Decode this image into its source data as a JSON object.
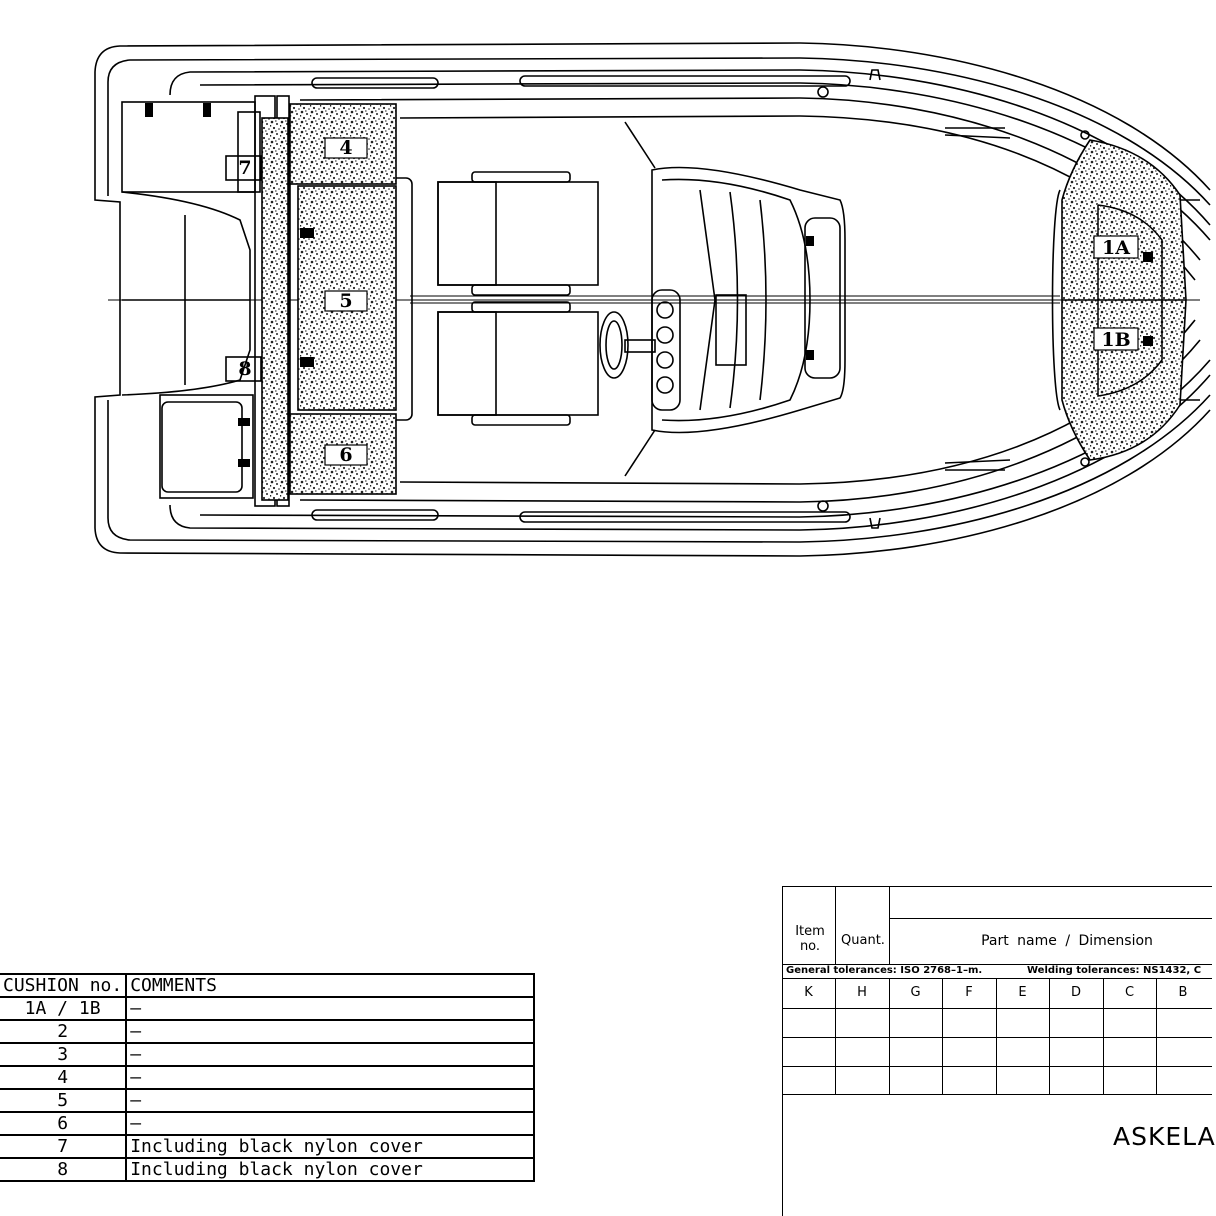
{
  "drawing": {
    "cushion_labels": [
      "4",
      "5",
      "6",
      "7",
      "8",
      "1A",
      "1B"
    ]
  },
  "cushion_table": {
    "headers": [
      "CUSHION no.",
      "COMMENTS"
    ],
    "rows": [
      {
        "no": "1A / 1B",
        "comment": "–"
      },
      {
        "no": "2",
        "comment": "–"
      },
      {
        "no": "3",
        "comment": "–"
      },
      {
        "no": "4",
        "comment": "–"
      },
      {
        "no": "5",
        "comment": "–"
      },
      {
        "no": "6",
        "comment": "–"
      },
      {
        "no": "7",
        "comment": "Including black nylon cover"
      },
      {
        "no": "8",
        "comment": "Including black nylon cover"
      }
    ]
  },
  "title_block": {
    "item_no": "Item no.",
    "quant": "Quant.",
    "part_name": "Part name / Dimension",
    "general_tolerances": "General tolerances: ISO 2768–1–m.",
    "welding_tolerances": "Welding tolerances: NS1432, C",
    "revision_columns": [
      "K",
      "H",
      "G",
      "F",
      "E",
      "D",
      "C",
      "B"
    ],
    "company": "ASKELA"
  }
}
